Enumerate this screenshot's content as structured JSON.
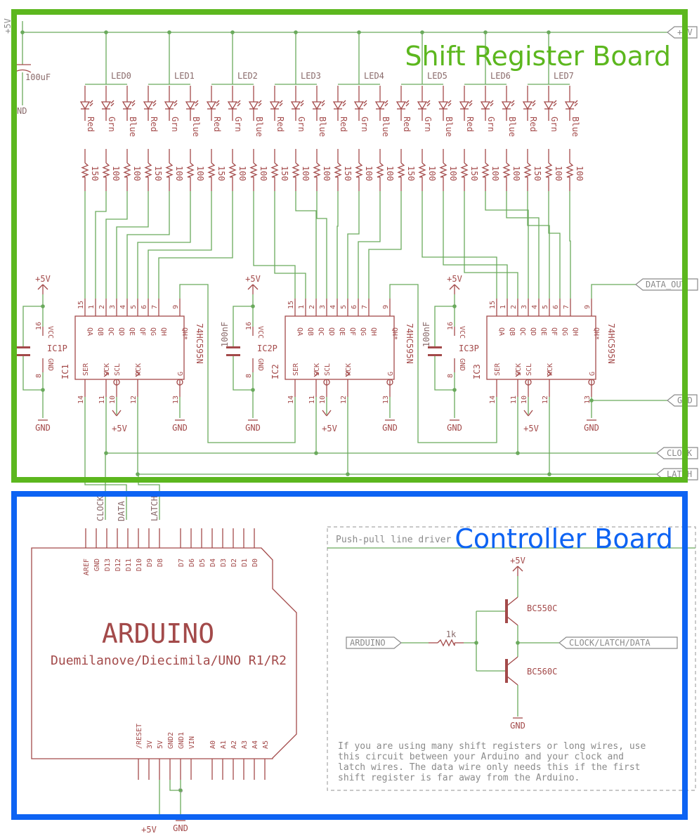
{
  "regions": {
    "top": {
      "label": "Shift Register Board",
      "color": "#5cb71e"
    },
    "bottom": {
      "label": "Controller Board",
      "color": "#0d63f3"
    }
  },
  "colors": {
    "wire": "#6aaa5c",
    "part": "#a34a4a"
  },
  "supply": {
    "vcc_label": "+5V",
    "gnd_label": "GND",
    "bulk_cap": "100uF",
    "bulk_gnd": "ND"
  },
  "leds": [
    {
      "name": "LED0"
    },
    {
      "name": "LED1"
    },
    {
      "name": "LED2"
    },
    {
      "name": "LED3"
    },
    {
      "name": "LED4"
    },
    {
      "name": "LED5"
    },
    {
      "name": "LED6"
    },
    {
      "name": "LED7"
    }
  ],
  "channels": [
    "Red",
    "Grn",
    "Blue"
  ],
  "resistor_values": [
    "150",
    "100",
    "100"
  ],
  "ics": [
    {
      "name": "IC1",
      "power": "IC1P",
      "cap": ""
    },
    {
      "name": "IC2",
      "power": "IC2P",
      "cap": "100nF"
    },
    {
      "name": "IC3",
      "power": "IC3P",
      "cap": "100nF"
    }
  ],
  "ic_part": "74HC595N",
  "ic_pins_top": [
    {
      "num": "15",
      "name": "QA"
    },
    {
      "num": "1",
      "name": "QB"
    },
    {
      "num": "2",
      "name": "QC"
    },
    {
      "num": "3",
      "name": "QD"
    },
    {
      "num": "4",
      "name": "QE"
    },
    {
      "num": "5",
      "name": "QF"
    },
    {
      "num": "6",
      "name": "QG"
    },
    {
      "num": "7",
      "name": "QH"
    }
  ],
  "ic_pin_qhs": {
    "num": "9",
    "name": "QH*"
  },
  "ic_pins_bottom": [
    {
      "num": "14",
      "name": "SER"
    },
    {
      "num": "11",
      "name": "SCK"
    },
    {
      "num": "10",
      "name": "SCL"
    },
    {
      "num": "12",
      "name": "RCK"
    },
    {
      "num": "13",
      "name": "G"
    }
  ],
  "ic_power_pins": [
    {
      "num": "16",
      "name": "VCC"
    },
    {
      "num": "8",
      "name": "GND"
    }
  ],
  "ports": {
    "vcc": "+5V",
    "data_out": "DATA_OUT",
    "gnd": "GND",
    "clock": "CLOCK",
    "latch": "LATCH"
  },
  "controller_wires": [
    "CLOCK",
    "DATA",
    "LATCH"
  ],
  "arduino": {
    "title": "ARDUINO",
    "subtitle": "Duemilanove/Diecimila/UNO R1/R2",
    "pins_top": [
      "AREF",
      "GND",
      "D13",
      "D12",
      "D11",
      "D10",
      "D9",
      "D8",
      "D7",
      "D6",
      "D5",
      "D4",
      "D3",
      "D2",
      "D1",
      "D0"
    ],
    "pins_bottom": [
      "/RESET",
      "3V",
      "5V",
      "GND2",
      "GND1",
      "VIN",
      "A0",
      "A1",
      "A2",
      "A3",
      "A4",
      "A5"
    ],
    "bottom_supply": "+5V",
    "bottom_gnd": "GND"
  },
  "driver": {
    "title": "Push-pull line driver",
    "vcc": "+5V",
    "q1": "BC550C",
    "q2": "BC560C",
    "resistor": "1k",
    "in_port": "ARDUINO",
    "out_port": "CLOCK/LATCH/DATA",
    "gnd": "GND",
    "note": [
      "If you are using many shift registers or long wires, use",
      "this circuit between your Arduino and your clock and",
      "latch wires. The data wire only needs this if the first",
      "shift register is far away from the Arduino."
    ]
  }
}
